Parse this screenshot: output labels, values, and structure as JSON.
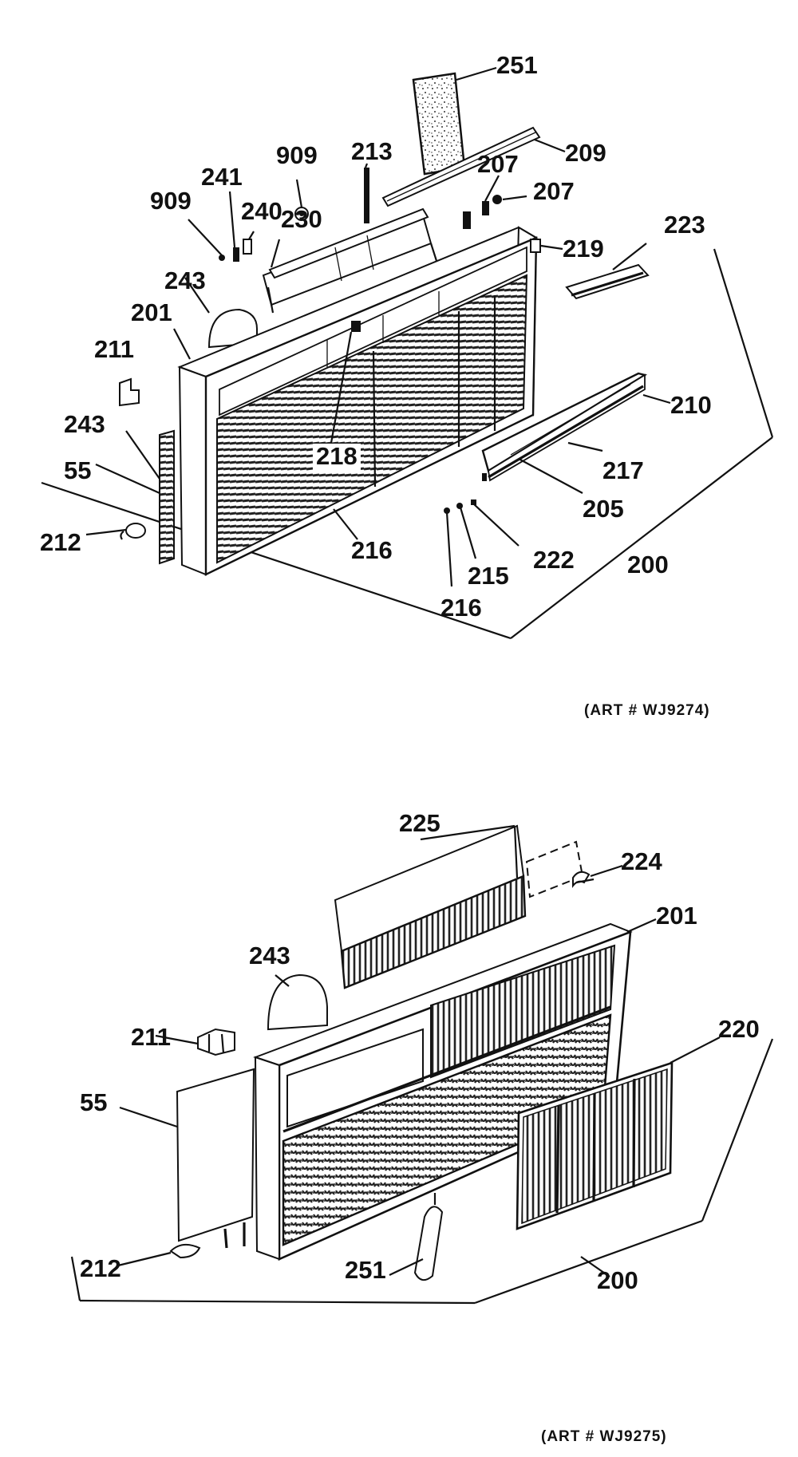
{
  "top_diagram": {
    "art_note": "(ART # WJ9274)",
    "labels": [
      {
        "key": "l251",
        "text": "251"
      },
      {
        "key": "l909a",
        "text": "909"
      },
      {
        "key": "l213",
        "text": "213"
      },
      {
        "key": "l209",
        "text": "209"
      },
      {
        "key": "l207a",
        "text": "207"
      },
      {
        "key": "l207b",
        "text": "207"
      },
      {
        "key": "l241",
        "text": "241"
      },
      {
        "key": "l909b",
        "text": "909"
      },
      {
        "key": "l240",
        "text": "240"
      },
      {
        "key": "l230",
        "text": "230"
      },
      {
        "key": "l219",
        "text": "219"
      },
      {
        "key": "l223",
        "text": "223"
      },
      {
        "key": "l243a",
        "text": "243"
      },
      {
        "key": "l201",
        "text": "201"
      },
      {
        "key": "l211",
        "text": "211"
      },
      {
        "key": "l218",
        "text": "218"
      },
      {
        "key": "l210",
        "text": "210"
      },
      {
        "key": "l243b",
        "text": "243"
      },
      {
        "key": "l55",
        "text": "55"
      },
      {
        "key": "l217",
        "text": "217"
      },
      {
        "key": "l205",
        "text": "205"
      },
      {
        "key": "l212",
        "text": "212"
      },
      {
        "key": "l216a",
        "text": "216"
      },
      {
        "key": "l222",
        "text": "222"
      },
      {
        "key": "l215",
        "text": "215"
      },
      {
        "key": "l200",
        "text": "200"
      },
      {
        "key": "l216b",
        "text": "216"
      }
    ]
  },
  "bottom_diagram": {
    "art_note": "(ART # WJ9275)",
    "labels": [
      {
        "key": "m225",
        "text": "225"
      },
      {
        "key": "m224",
        "text": "224"
      },
      {
        "key": "m201",
        "text": "201"
      },
      {
        "key": "m243",
        "text": "243"
      },
      {
        "key": "m211",
        "text": "211"
      },
      {
        "key": "m220",
        "text": "220"
      },
      {
        "key": "m55",
        "text": "55"
      },
      {
        "key": "m212",
        "text": "212"
      },
      {
        "key": "m251",
        "text": "251"
      },
      {
        "key": "m200",
        "text": "200"
      }
    ]
  }
}
